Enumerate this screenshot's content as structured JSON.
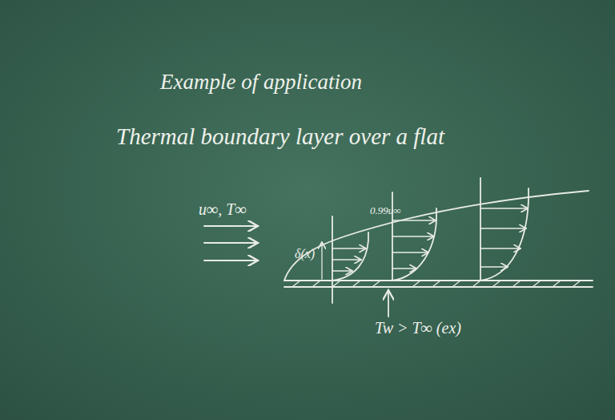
{
  "diagram": {
    "title": "Example of application",
    "labels": [
      "Thermal boundary layer over a flat",
      "u∞, T∞",
      "δ(x)",
      "0.99u∞",
      "Tw > T∞ (ex)"
    ]
  }
}
